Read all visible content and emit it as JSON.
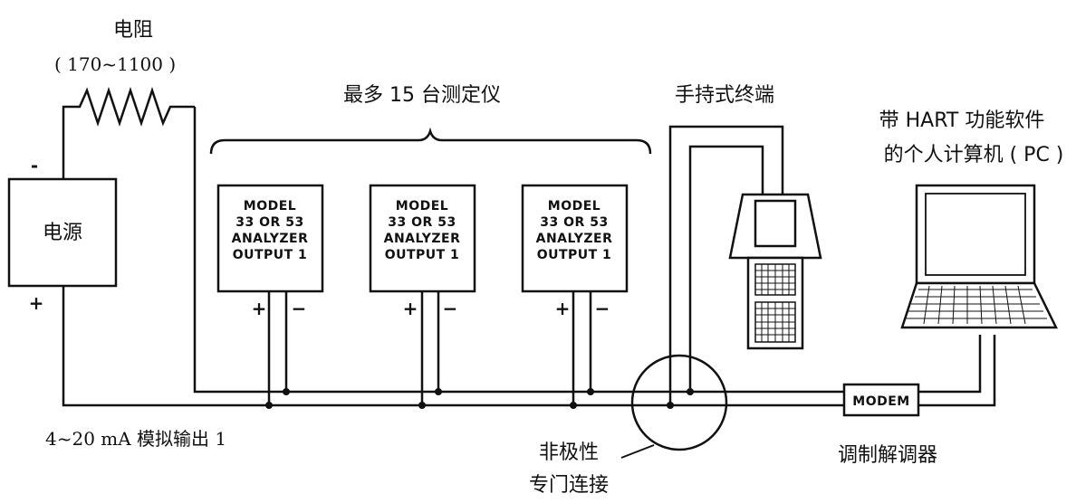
{
  "resistor": {
    "label": "电阻",
    "range": "( 170~1100    )"
  },
  "power_supply": {
    "label": "电源",
    "minus": "-",
    "plus": "+"
  },
  "analyzers": {
    "brace_label": "最多 15 台测定仪",
    "units": [
      {
        "line1": "MODEL",
        "line2": "33 OR 53",
        "line3": "ANALYZER",
        "line4": "OUTPUT 1",
        "plus": "+",
        "minus": "−"
      },
      {
        "line1": "MODEL",
        "line2": "33 OR 53",
        "line3": "ANALYZER",
        "line4": "OUTPUT 1",
        "plus": "+",
        "minus": "−"
      },
      {
        "line1": "MODEL",
        "line2": "33 OR 53",
        "line3": "ANALYZER",
        "line4": "OUTPUT 1",
        "plus": "+",
        "minus": "−"
      }
    ]
  },
  "handheld": {
    "label": "手持式终端"
  },
  "pc": {
    "label_line1": "带 HART 功能软件",
    "label_line2": "的个人计算机 ( PC )"
  },
  "modem": {
    "box_text": "MODEM",
    "label": "调制解调器"
  },
  "analog_output": {
    "label": "4~20 mA 模拟输出 1"
  },
  "connection": {
    "label_line1": "非极性",
    "label_line2": "专门连接"
  }
}
